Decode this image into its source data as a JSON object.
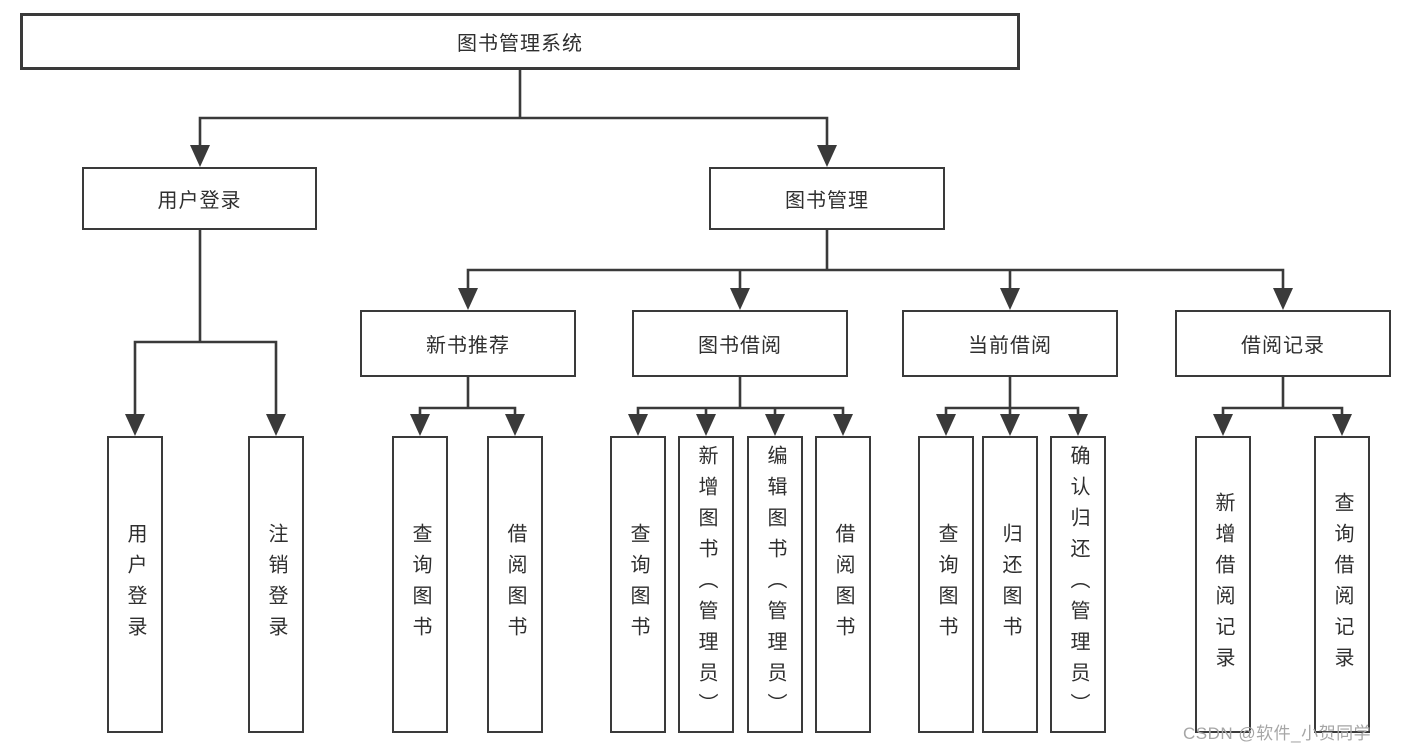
{
  "diagram": {
    "root": {
      "label": "图书管理系统"
    },
    "level2": [
      {
        "id": "user-login",
        "label": "用户登录"
      },
      {
        "id": "book-management",
        "label": "图书管理"
      }
    ],
    "level3": [
      {
        "id": "new-book-recommendation",
        "label": "新书推荐",
        "parent": "图书管理"
      },
      {
        "id": "book-borrowing",
        "label": "图书借阅",
        "parent": "图书管理"
      },
      {
        "id": "current-borrowing",
        "label": "当前借阅",
        "parent": "图书管理"
      },
      {
        "id": "borrowing-records",
        "label": "借阅记录",
        "parent": "图书管理"
      }
    ],
    "leaves": [
      {
        "id": "user-login-leaf",
        "label": "用户登录",
        "parent": "用户登录"
      },
      {
        "id": "logout",
        "label": "注销登录",
        "parent": "用户登录"
      },
      {
        "id": "query-books-recommend",
        "label": "查询图书",
        "parent": "新书推荐"
      },
      {
        "id": "borrow-books-recommend",
        "label": "借阅图书",
        "parent": "新书推荐"
      },
      {
        "id": "query-books-borrowing",
        "label": "查询图书",
        "parent": "图书借阅"
      },
      {
        "id": "add-book-admin",
        "label": "新增图书（管理员）",
        "parent": "图书借阅"
      },
      {
        "id": "edit-book-admin",
        "label": "编辑图书（管理员）",
        "parent": "图书借阅"
      },
      {
        "id": "borrow-books-borrowing",
        "label": "借阅图书",
        "parent": "图书借阅"
      },
      {
        "id": "query-books-current",
        "label": "查询图书",
        "parent": "当前借阅"
      },
      {
        "id": "return-book",
        "label": "归还图书",
        "parent": "当前借阅"
      },
      {
        "id": "confirm-return-admin",
        "label": "确认归还（管理员）",
        "parent": "当前借阅"
      },
      {
        "id": "add-borrow-record",
        "label": "新增借阅记录",
        "parent": "借阅记录"
      },
      {
        "id": "query-borrow-record",
        "label": "查询借阅记录",
        "parent": "借阅记录"
      }
    ],
    "watermark": "CSDN @软件_小贺同学",
    "colors": {
      "line": "#3a3a3a",
      "border": "#3a3a3a",
      "text": "#2f2f2f",
      "watermark": "#a6a6a6",
      "background": "#ffffff"
    }
  }
}
